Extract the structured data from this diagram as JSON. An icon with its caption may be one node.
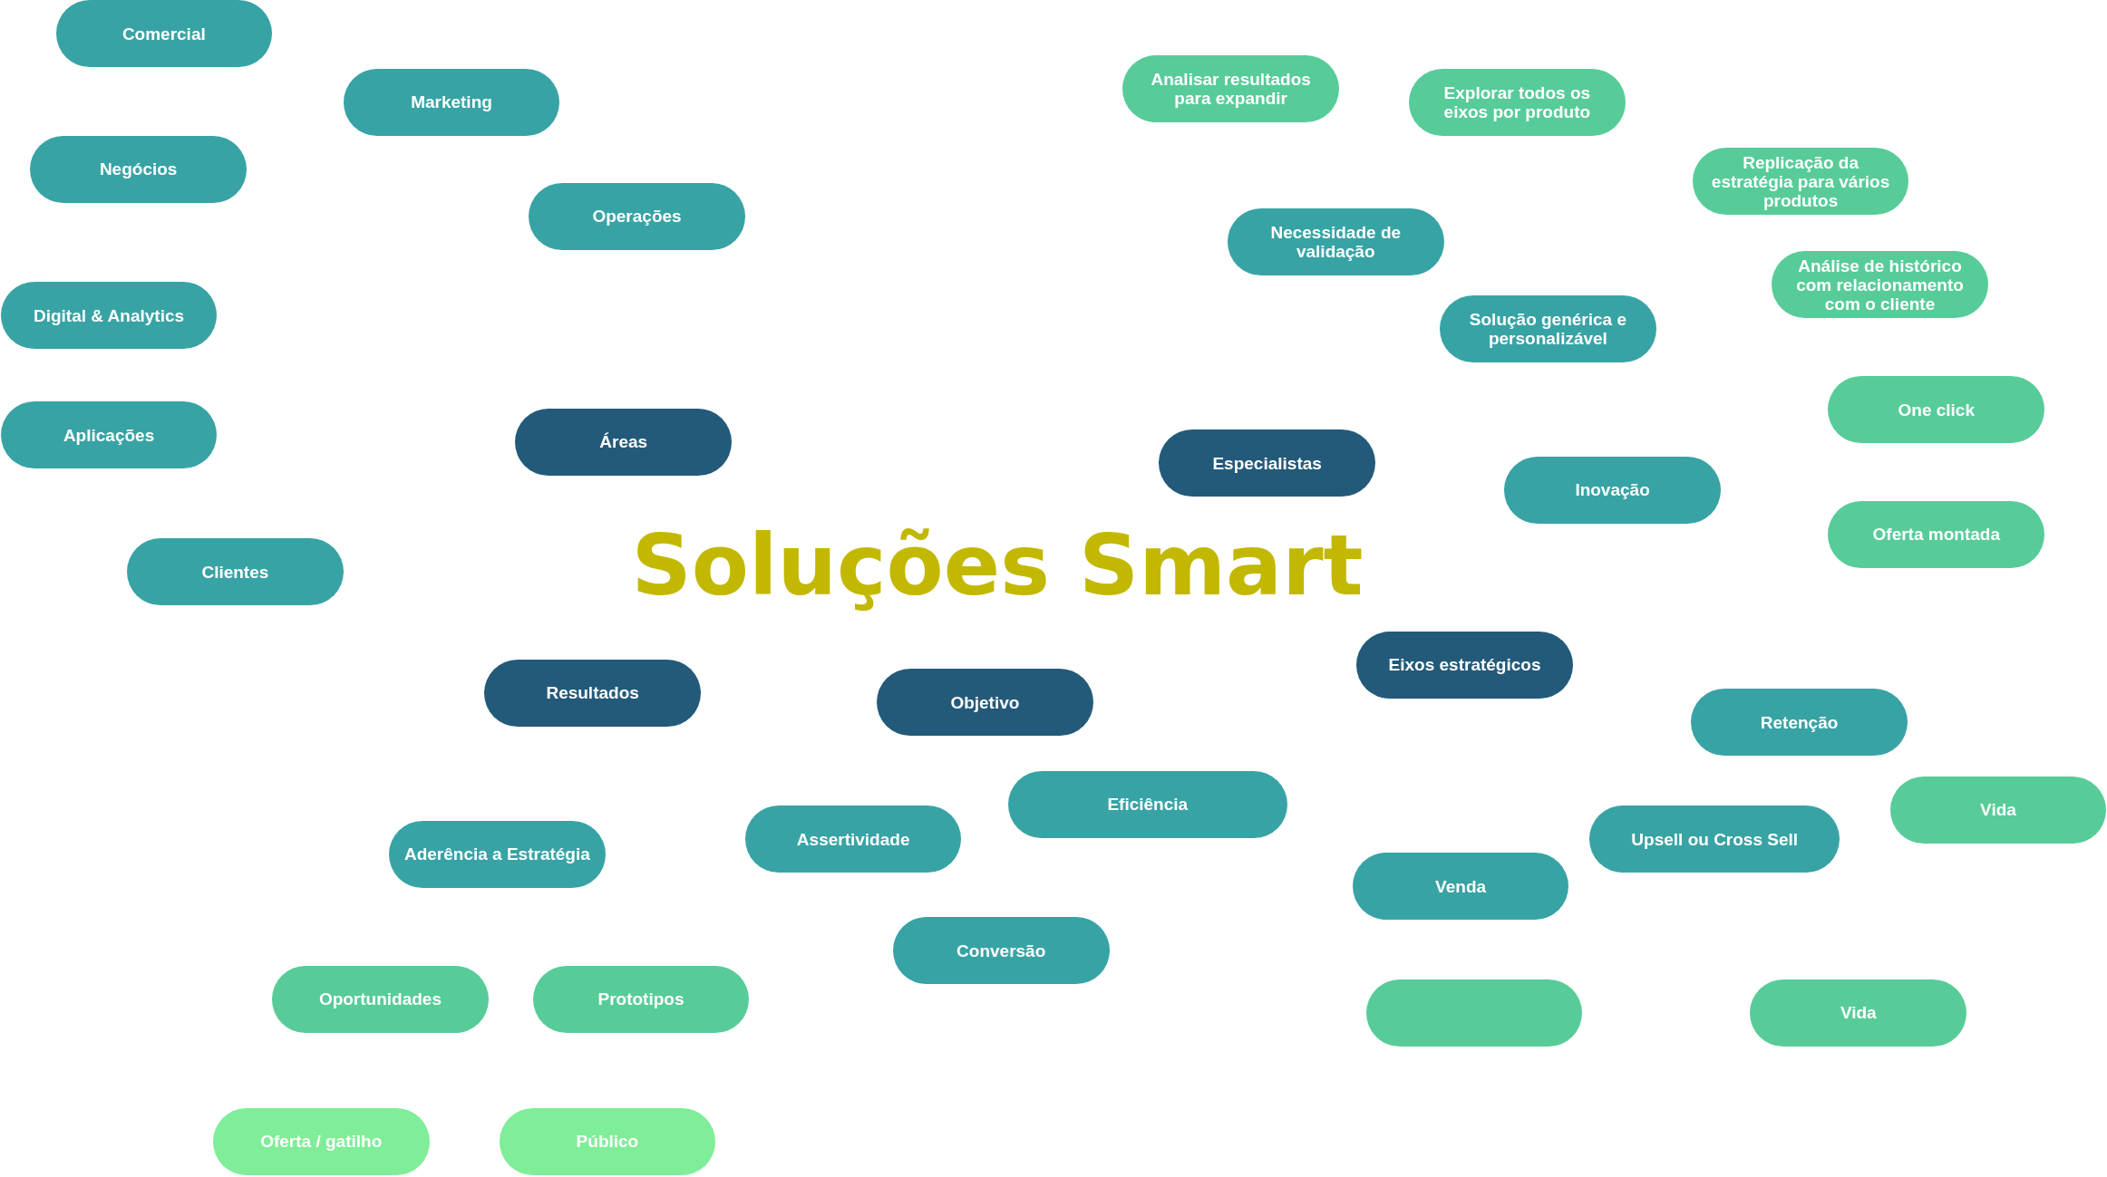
{
  "diagram": {
    "title": "Soluções Smart",
    "nodes": [
      {
        "text": [
          "Comercial"
        ]
      },
      {
        "text": [
          "Marketing"
        ]
      },
      {
        "text": [
          "Negócios"
        ]
      },
      {
        "text": [
          "Operações"
        ]
      },
      {
        "text": [
          "Digital & Analytics"
        ]
      },
      {
        "text": [
          "Aplicações"
        ]
      },
      {
        "text": [
          "Áreas"
        ]
      },
      {
        "text": [
          "Clientes"
        ]
      },
      {
        "text": [
          "Analisar resultados para expandir"
        ]
      },
      {
        "text": [
          "Explorar todos os eixos por produto"
        ]
      },
      {
        "text": [
          "Replicação da estratégia para vários produtos"
        ]
      },
      {
        "text": [
          "Necessidade de validação"
        ]
      },
      {
        "text": [
          "Análise de histórico com relacionamento com o cliente"
        ]
      },
      {
        "text": [
          "Solução genérica e personalizável"
        ]
      },
      {
        "text": [
          "One click"
        ]
      },
      {
        "text": [
          "Especialistas"
        ]
      },
      {
        "text": [
          "Inovação"
        ]
      },
      {
        "text": [
          "Oferta montada"
        ]
      },
      {
        "text": [
          "Eixos estratégicos"
        ]
      },
      {
        "text": [
          "Resultados"
        ]
      },
      {
        "text": [
          "Objetivo"
        ]
      },
      {
        "text": [
          "Retenção"
        ]
      },
      {
        "text": [
          "Eficiência"
        ]
      },
      {
        "text": [
          "Vida"
        ]
      },
      {
        "text": [
          "Assertividade"
        ]
      },
      {
        "text": [
          "Upsell ou Cross Sell"
        ]
      },
      {
        "text": [
          "Aderência a Estratégia"
        ]
      },
      {
        "text": [
          "Venda"
        ]
      },
      {
        "text": [
          "Conversão"
        ]
      },
      {
        "text": [
          "Oportunidades"
        ]
      },
      {
        "text": [
          "Prototipos"
        ]
      },
      {
        "text": [],
        "shape": "box"
      },
      {
        "text": [
          "Vida"
        ]
      },
      {
        "text": [
          "Oferta / gatilho"
        ]
      },
      {
        "text": [
          "Público"
        ]
      }
    ]
  }
}
